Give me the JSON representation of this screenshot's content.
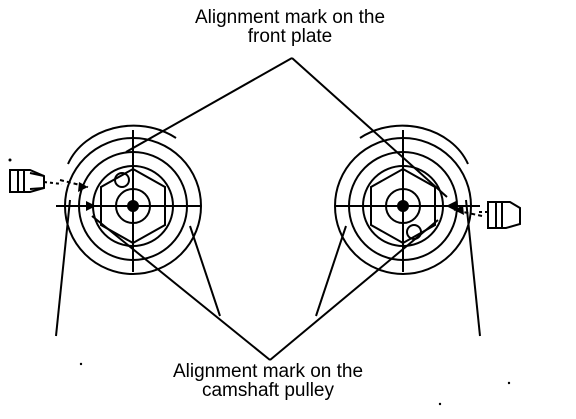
{
  "labels": {
    "front_plate": {
      "line1": "Alignment mark on the",
      "line2": "front plate"
    },
    "camshaft_pulley": {
      "line1": "Alignment mark on the",
      "line2": "camshaft pulley"
    }
  },
  "colors": {
    "ink": "#000000",
    "background": "#ffffff"
  },
  "icons": {
    "left_pointer": "hand-pointer-icon",
    "right_pointer": "hand-pointer-icon"
  }
}
